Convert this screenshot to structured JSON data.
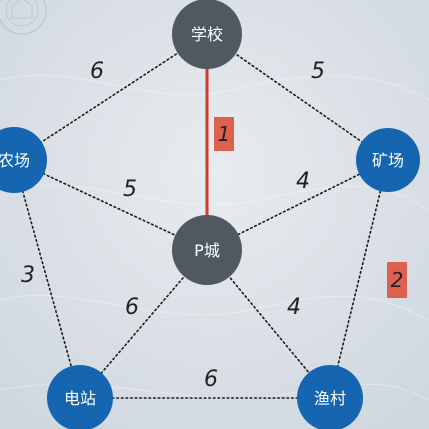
{
  "colors": {
    "background": "#dfe4ea",
    "node_blue": "#1565b0",
    "node_gray": "#505860",
    "highlight_red": "#d0392c",
    "badge_red": "#e06050",
    "edge_dotted": "#1a1a1a"
  },
  "nodes": [
    {
      "id": "school",
      "label": "学校",
      "color": "node_gray"
    },
    {
      "id": "farm",
      "label": "农场",
      "color": "node_blue"
    },
    {
      "id": "mine",
      "label": "矿场",
      "color": "node_blue"
    },
    {
      "id": "pcity",
      "label": "P城",
      "color": "node_gray"
    },
    {
      "id": "power",
      "label": "电站",
      "color": "node_blue"
    },
    {
      "id": "fishing",
      "label": "渔村",
      "color": "node_blue"
    }
  ],
  "edges": [
    {
      "from": "school",
      "to": "farm",
      "weight": "6",
      "style": "dotted"
    },
    {
      "from": "school",
      "to": "mine",
      "weight": "5",
      "style": "dotted"
    },
    {
      "from": "school",
      "to": "pcity",
      "weight": "1",
      "style": "highlight"
    },
    {
      "from": "farm",
      "to": "pcity",
      "weight": "5",
      "style": "dotted"
    },
    {
      "from": "mine",
      "to": "pcity",
      "weight": "4",
      "style": "dotted"
    },
    {
      "from": "farm",
      "to": "power",
      "weight": "3",
      "style": "dotted"
    },
    {
      "from": "mine",
      "to": "fishing",
      "weight": "2",
      "style": "dotted-highlighted-label"
    },
    {
      "from": "pcity",
      "to": "power",
      "weight": "6",
      "style": "dotted"
    },
    {
      "from": "pcity",
      "to": "fishing",
      "weight": "4",
      "style": "dotted"
    },
    {
      "from": "power",
      "to": "fishing",
      "weight": "6",
      "style": "dotted"
    }
  ]
}
